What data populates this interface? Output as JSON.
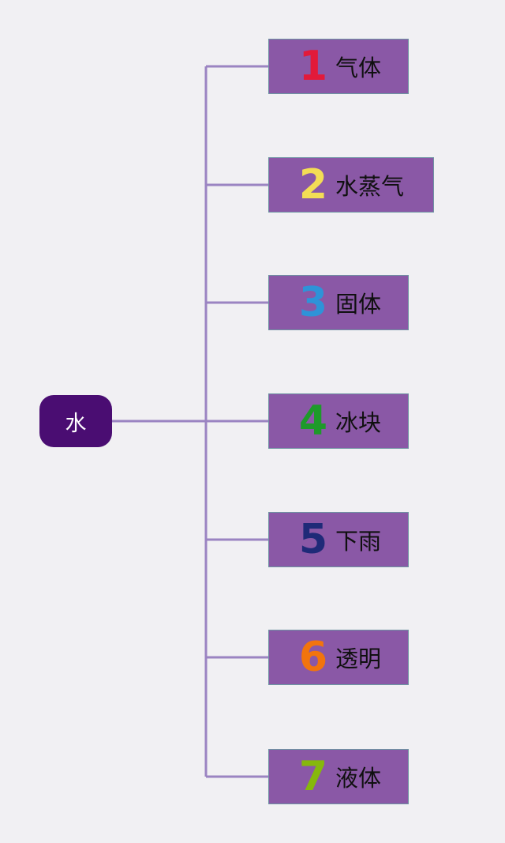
{
  "root": {
    "label": "水"
  },
  "branches": [
    {
      "number": "1",
      "label": "气体",
      "number_color": "#e21a3a"
    },
    {
      "number": "2",
      "label": "水蒸气",
      "number_color": "#f3dd55"
    },
    {
      "number": "3",
      "label": "固体",
      "number_color": "#2e93d8"
    },
    {
      "number": "4",
      "label": "冰块",
      "number_color": "#1e9a2a"
    },
    {
      "number": "5",
      "label": "下雨",
      "number_color": "#1f2a78"
    },
    {
      "number": "6",
      "label": "透明",
      "number_color": "#f2740d"
    },
    {
      "number": "7",
      "label": "液体",
      "number_color": "#86b80c"
    }
  ],
  "colors": {
    "background": "#f1f0f3",
    "root_fill": "#4a0d72",
    "branch_fill": "#8a58a6",
    "connector": "#9b84c2"
  }
}
